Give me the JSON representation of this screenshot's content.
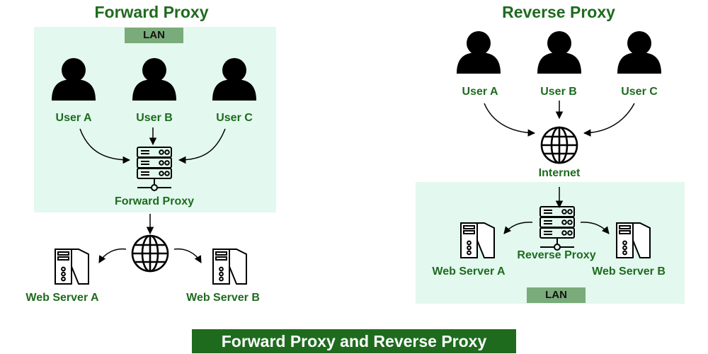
{
  "caption": "Forward Proxy and Reverse Proxy",
  "colors": {
    "accent": "#1e6b1e",
    "panel": "#e3f8ef",
    "tag": "#7aab7a",
    "icon": "#000000"
  },
  "forward": {
    "title": "Forward Proxy",
    "lan_label": "LAN",
    "users": [
      "User A",
      "User B",
      "User C"
    ],
    "proxy_label": "Forward Proxy",
    "servers": [
      "Web Server A",
      "Web Server B"
    ]
  },
  "reverse": {
    "title": "Reverse Proxy",
    "users": [
      "User A",
      "User B",
      "User C"
    ],
    "internet_label": "Internet",
    "proxy_label": "Reverse Proxy",
    "servers": [
      "Web Server A",
      "Web Server B"
    ],
    "lan_label": "LAN"
  },
  "icons": [
    "user-icon",
    "proxy-server-icon",
    "globe-icon",
    "web-server-icon"
  ]
}
